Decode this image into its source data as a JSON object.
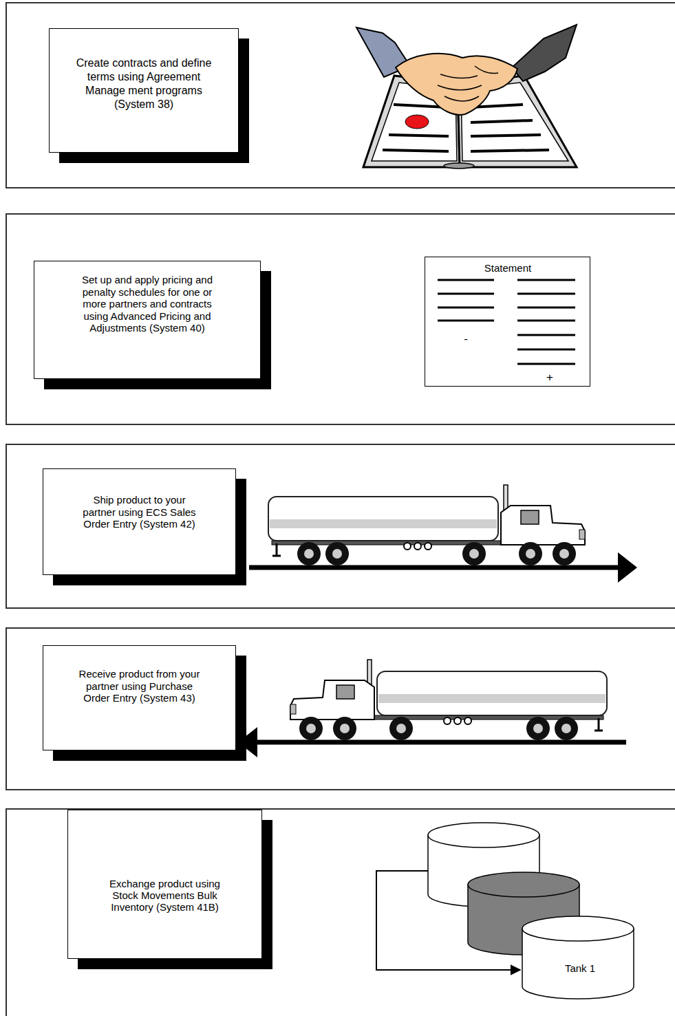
{
  "diagram": {
    "nodes": [
      {
        "text": [
          "Create contracts and define terms using Agreement Manage ment programs (System 38)"
        ]
      },
      {
        "text": [
          "Set up and apply pricing and penalty schedules for one or more partners and contracts using Advanced Pricing and Adjustments (System 40)"
        ]
      },
      {
        "text": [
          "Statement",
          "-",
          "+"
        ]
      },
      {
        "text": [
          "Ship product to your partner using ECS Sales Order Entry (System 42)"
        ]
      },
      {
        "text": [
          "Receive product from your partner using Purchase Order Entry (System 43)"
        ]
      },
      {
        "text": [
          "Exchange product using Stock Movements Bulk Inventory (System 41B)"
        ]
      },
      {
        "text": [
          "Tank 1"
        ]
      }
    ]
  }
}
